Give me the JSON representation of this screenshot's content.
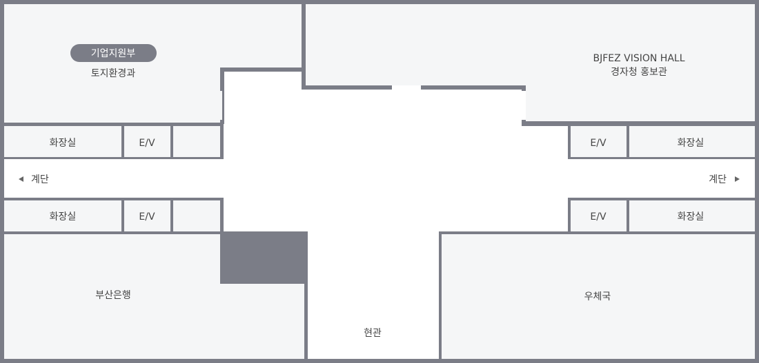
{
  "colors": {
    "wall": "#7b7d87",
    "room_fill": "#f5f6f7",
    "corridor_fill": "#ffffff",
    "badge_bg": "#7b7d87",
    "badge_text": "#ffffff",
    "label_text": "#444444"
  },
  "rooms": {
    "top_left": {
      "badge": "기업지원부",
      "name": "토지환경과"
    },
    "top_right": {
      "name_line1": "BJFEZ VISION HALL",
      "name_line2": "경자청 홍보관"
    },
    "restroom_top_left": "화장실",
    "ev_top_left": "E/V",
    "restroom_bottom_left": "화장실",
    "ev_bottom_left": "E/V",
    "ev_top_right": "E/V",
    "restroom_top_right": "화장실",
    "ev_bottom_right": "E/V",
    "restroom_bottom_right": "화장실",
    "bottom_left": "부산은행",
    "bottom_right": "우체국",
    "entrance": "현관"
  },
  "stairs": {
    "left": "계단",
    "right": "계단",
    "left_arrow_icon": "triangle-left-icon",
    "right_arrow_icon": "triangle-right-icon"
  }
}
